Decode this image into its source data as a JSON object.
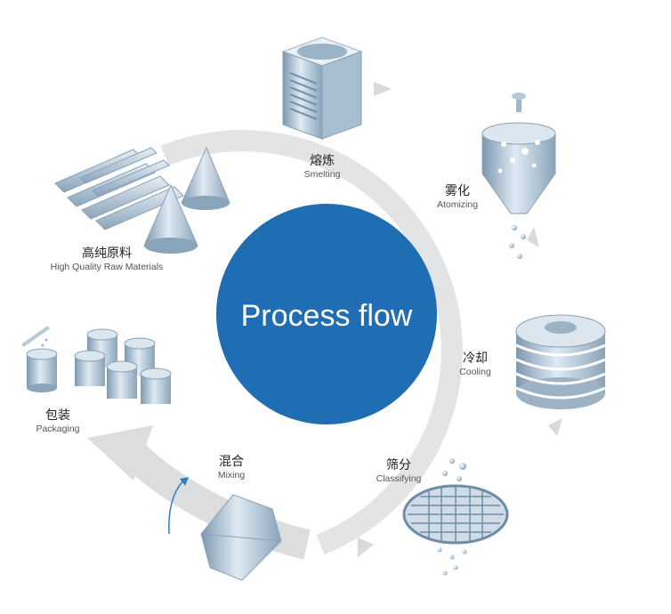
{
  "center": {
    "title": "Process flow"
  },
  "steps": [
    {
      "zh": "熔炼",
      "en": "Smelting"
    },
    {
      "zh": "雾化",
      "en": "Atomizing"
    },
    {
      "zh": "冷却",
      "en": "Cooling"
    },
    {
      "zh": "筛分",
      "en": "Classifying"
    },
    {
      "zh": "混合",
      "en": "Mixing"
    },
    {
      "zh": "包装",
      "en": "Packaging"
    },
    {
      "zh": "高纯原料",
      "en": "High Quality Raw Materials"
    }
  ],
  "colors": {
    "center_fill": "#1f6db3",
    "ring": "#e3e4e6",
    "metal_light": "#d7e4ef",
    "metal_mid": "#9fb8cc",
    "metal_dark": "#6f8ca6"
  }
}
